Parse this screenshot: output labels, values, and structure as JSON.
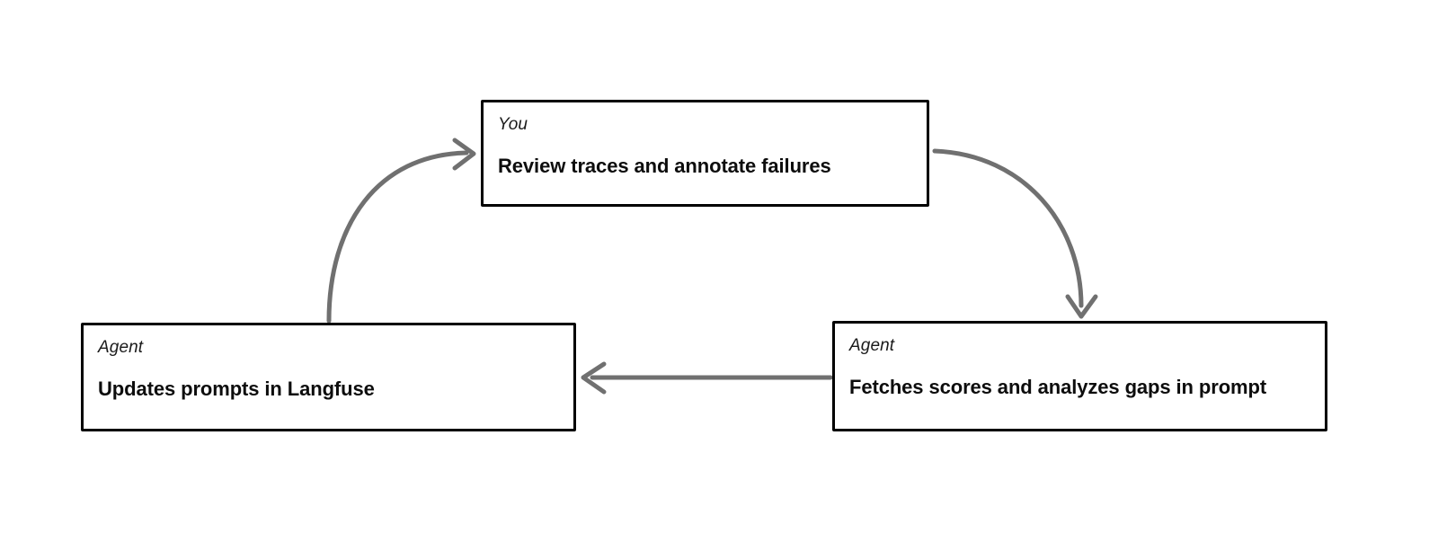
{
  "diagram": {
    "type": "cycle-flowchart",
    "background_color": "#ffffff",
    "node_border_color": "#000000",
    "edge_color": "#707070",
    "nodes": [
      {
        "id": "you-review",
        "role": "You",
        "title": "Review traces and annotate failures"
      },
      {
        "id": "agent-fetches",
        "role": "Agent",
        "title": "Fetches scores and analyzes gaps in prompt"
      },
      {
        "id": "agent-updates",
        "role": "Agent",
        "title": "Updates prompts in Langfuse"
      }
    ],
    "edges": [
      {
        "id": "edge-you-to-fetches",
        "from": "you-review",
        "to": "agent-fetches",
        "style": "curved",
        "label": ""
      },
      {
        "id": "edge-fetches-to-updates",
        "from": "agent-fetches",
        "to": "agent-updates",
        "style": "straight",
        "label": ""
      },
      {
        "id": "edge-updates-to-you",
        "from": "agent-updates",
        "to": "you-review",
        "style": "curved",
        "label": ""
      }
    ]
  }
}
